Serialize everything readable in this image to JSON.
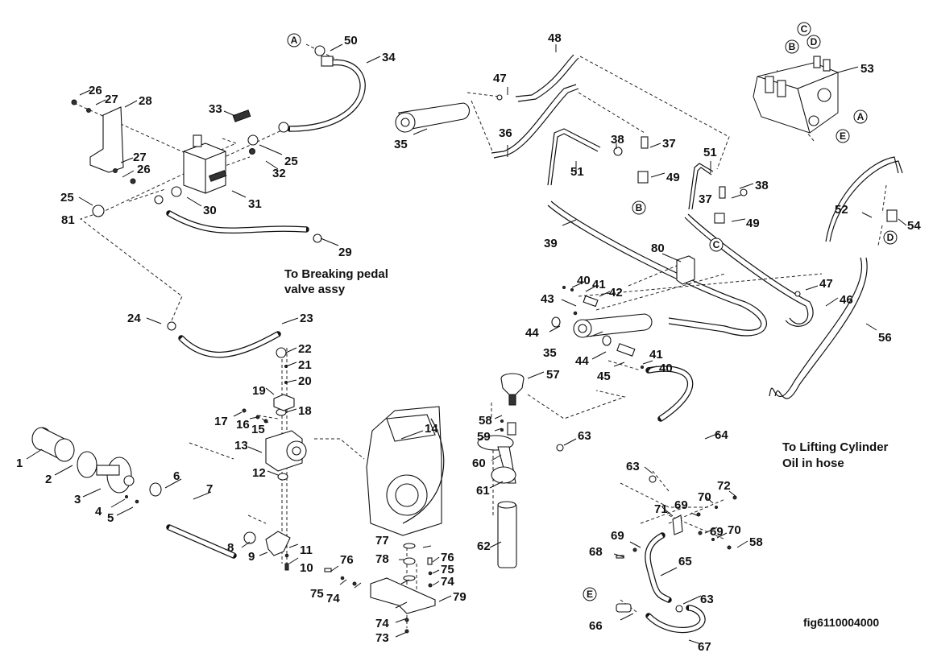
{
  "figure_id": "fig6110004000",
  "notes": {
    "breaking_pedal_line1": "To Breaking pedal",
    "breaking_pedal_line2": "valve assy",
    "lifting_cylinder_line1": "To Lifting Cylinder",
    "lifting_cylinder_line2": "Oil in hose"
  },
  "connectors": {
    "A": "A",
    "B": "B",
    "C": "C",
    "D": "D",
    "E": "E"
  },
  "callouts": [
    {
      "id": "c1",
      "text": "1"
    },
    {
      "id": "c2",
      "text": "2"
    },
    {
      "id": "c3",
      "text": "3"
    },
    {
      "id": "c4",
      "text": "4"
    },
    {
      "id": "c5",
      "text": "5"
    },
    {
      "id": "c6",
      "text": "6"
    },
    {
      "id": "c7",
      "text": "7"
    },
    {
      "id": "c8",
      "text": "8"
    },
    {
      "id": "c9",
      "text": "9"
    },
    {
      "id": "c10",
      "text": "10"
    },
    {
      "id": "c11",
      "text": "11"
    },
    {
      "id": "c12",
      "text": "12"
    },
    {
      "id": "c13",
      "text": "13"
    },
    {
      "id": "c14",
      "text": "14"
    },
    {
      "id": "c15",
      "text": "15"
    },
    {
      "id": "c16",
      "text": "16"
    },
    {
      "id": "c17",
      "text": "17"
    },
    {
      "id": "c18",
      "text": "18"
    },
    {
      "id": "c19",
      "text": "19"
    },
    {
      "id": "c20",
      "text": "20"
    },
    {
      "id": "c21",
      "text": "21"
    },
    {
      "id": "c22",
      "text": "22"
    },
    {
      "id": "c23",
      "text": "23"
    },
    {
      "id": "c24",
      "text": "24"
    },
    {
      "id": "c25a",
      "text": "25"
    },
    {
      "id": "c25b",
      "text": "25"
    },
    {
      "id": "c26a",
      "text": "26"
    },
    {
      "id": "c26b",
      "text": "26"
    },
    {
      "id": "c27a",
      "text": "27"
    },
    {
      "id": "c27b",
      "text": "27"
    },
    {
      "id": "c28",
      "text": "28"
    },
    {
      "id": "c29",
      "text": "29"
    },
    {
      "id": "c30",
      "text": "30"
    },
    {
      "id": "c31",
      "text": "31"
    },
    {
      "id": "c32",
      "text": "32"
    },
    {
      "id": "c33",
      "text": "33"
    },
    {
      "id": "c34",
      "text": "34"
    },
    {
      "id": "c35a",
      "text": "35"
    },
    {
      "id": "c35b",
      "text": "35"
    },
    {
      "id": "c36",
      "text": "36"
    },
    {
      "id": "c37a",
      "text": "37"
    },
    {
      "id": "c37b",
      "text": "37"
    },
    {
      "id": "c38a",
      "text": "38"
    },
    {
      "id": "c38b",
      "text": "38"
    },
    {
      "id": "c39",
      "text": "39"
    },
    {
      "id": "c40a",
      "text": "40"
    },
    {
      "id": "c40b",
      "text": "40"
    },
    {
      "id": "c41a",
      "text": "41"
    },
    {
      "id": "c41b",
      "text": "41"
    },
    {
      "id": "c42",
      "text": "42"
    },
    {
      "id": "c43",
      "text": "43"
    },
    {
      "id": "c44a",
      "text": "44"
    },
    {
      "id": "c44b",
      "text": "44"
    },
    {
      "id": "c45",
      "text": "45"
    },
    {
      "id": "c46",
      "text": "46"
    },
    {
      "id": "c47a",
      "text": "47"
    },
    {
      "id": "c47b",
      "text": "47"
    },
    {
      "id": "c48",
      "text": "48"
    },
    {
      "id": "c49a",
      "text": "49"
    },
    {
      "id": "c49b",
      "text": "49"
    },
    {
      "id": "c50",
      "text": "50"
    },
    {
      "id": "c51a",
      "text": "51"
    },
    {
      "id": "c51b",
      "text": "51"
    },
    {
      "id": "c52",
      "text": "52"
    },
    {
      "id": "c53",
      "text": "53"
    },
    {
      "id": "c54",
      "text": "54"
    },
    {
      "id": "c56",
      "text": "56"
    },
    {
      "id": "c57",
      "text": "57"
    },
    {
      "id": "c58a",
      "text": "58"
    },
    {
      "id": "c58b",
      "text": "58"
    },
    {
      "id": "c59",
      "text": "59"
    },
    {
      "id": "c60",
      "text": "60"
    },
    {
      "id": "c61",
      "text": "61"
    },
    {
      "id": "c62",
      "text": "62"
    },
    {
      "id": "c63a",
      "text": "63"
    },
    {
      "id": "c63b",
      "text": "63"
    },
    {
      "id": "c63c",
      "text": "63"
    },
    {
      "id": "c64",
      "text": "64"
    },
    {
      "id": "c65",
      "text": "65"
    },
    {
      "id": "c66",
      "text": "66"
    },
    {
      "id": "c67",
      "text": "67"
    },
    {
      "id": "c68",
      "text": "68"
    },
    {
      "id": "c69a",
      "text": "69"
    },
    {
      "id": "c69b",
      "text": "69"
    },
    {
      "id": "c69c",
      "text": "69"
    },
    {
      "id": "c70a",
      "text": "70"
    },
    {
      "id": "c70b",
      "text": "70"
    },
    {
      "id": "c71",
      "text": "71"
    },
    {
      "id": "c72",
      "text": "72"
    },
    {
      "id": "c73",
      "text": "73"
    },
    {
      "id": "c74a",
      "text": "74"
    },
    {
      "id": "c74b",
      "text": "74"
    },
    {
      "id": "c74c",
      "text": "74"
    },
    {
      "id": "c75a",
      "text": "75"
    },
    {
      "id": "c75b",
      "text": "75"
    },
    {
      "id": "c76a",
      "text": "76"
    },
    {
      "id": "c76b",
      "text": "76"
    },
    {
      "id": "c77",
      "text": "77"
    },
    {
      "id": "c78",
      "text": "78"
    },
    {
      "id": "c79",
      "text": "79"
    },
    {
      "id": "c80",
      "text": "80"
    },
    {
      "id": "c81",
      "text": "81"
    }
  ]
}
